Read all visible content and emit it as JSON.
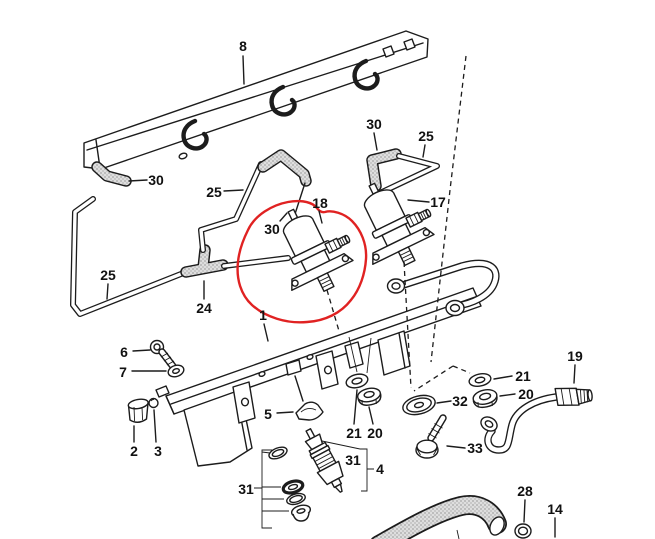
{
  "diagram": {
    "type": "exploded-parts-diagram",
    "subject": "fuel-rail-and-injection-system",
    "background_color": "#ffffff",
    "line_color": "#1c1c1c",
    "highlight": {
      "circled_part": "18",
      "color": "#e02222",
      "shape": "freehand-loop"
    },
    "labels": [
      {
        "text": "8"
      },
      {
        "text": "30"
      },
      {
        "text": "25"
      },
      {
        "text": "30"
      },
      {
        "text": "25"
      },
      {
        "text": "17"
      },
      {
        "text": "18"
      },
      {
        "text": "30"
      },
      {
        "text": "25"
      },
      {
        "text": "24"
      },
      {
        "text": "1"
      },
      {
        "text": "6"
      },
      {
        "text": "7"
      },
      {
        "text": "2"
      },
      {
        "text": "3"
      },
      {
        "text": "5"
      },
      {
        "text": "31"
      },
      {
        "text": "21"
      },
      {
        "text": "20"
      },
      {
        "text": "31"
      },
      {
        "text": "4"
      },
      {
        "text": "32"
      },
      {
        "text": "21"
      },
      {
        "text": "20"
      },
      {
        "text": "33"
      },
      {
        "text": "19"
      },
      {
        "text": "28"
      },
      {
        "text": "14"
      }
    ]
  }
}
